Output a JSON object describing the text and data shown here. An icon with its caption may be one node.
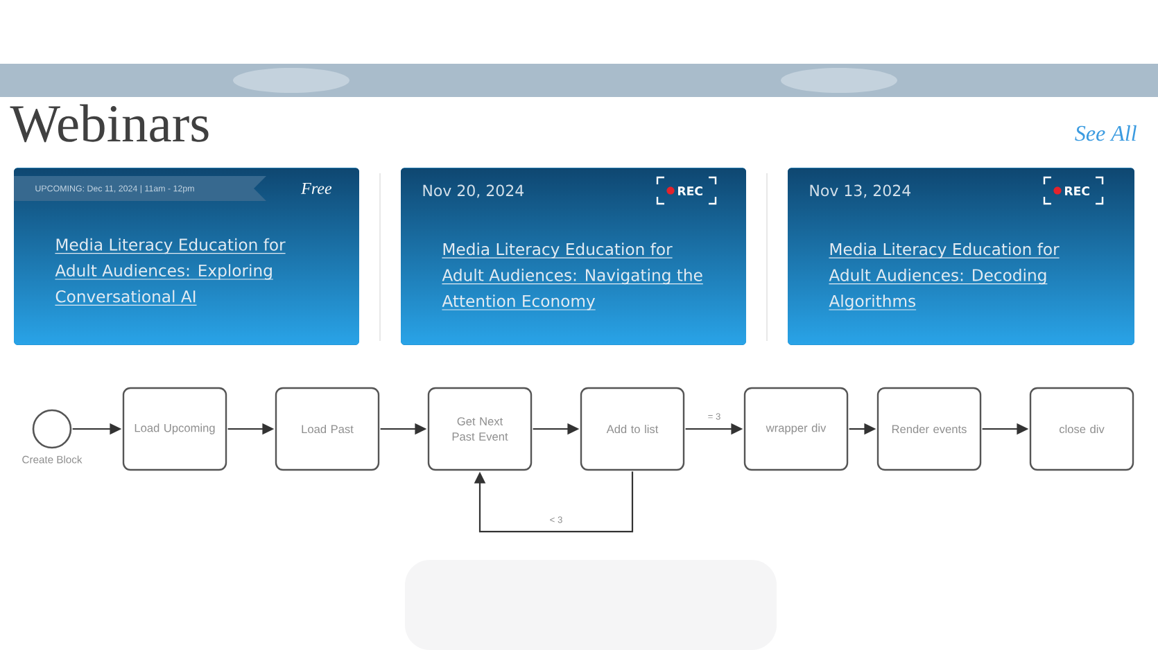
{
  "diagram": {
    "title": "Webinars",
    "nodes": [
      {
        "text": [
          "UPCOMING: Dec 11, 2024 | 11am - 12pm",
          "Free",
          "Media Literacy Education for Adult Audiences: Exploring Conversational AI"
        ]
      },
      {
        "text": [
          "Nov 20, 2024",
          "REC",
          "Media Literacy Education for Adult Audiences: Navigating the Attention Economy"
        ]
      },
      {
        "text": [
          "Nov 13, 2024",
          "REC",
          "Media Literacy Education for Adult Audiences: Decoding Algorithms"
        ]
      },
      {
        "text": [],
        "shape": "circle",
        "beside": [
          "Create Block"
        ]
      },
      {
        "text": [
          "Load Upcoming"
        ]
      },
      {
        "text": [
          "Load Past"
        ]
      },
      {
        "text": [
          "Get Next Past Event"
        ]
      },
      {
        "text": [
          "Add to list"
        ]
      },
      {
        "text": [
          "wrapper div"
        ]
      },
      {
        "text": [
          "Render events"
        ]
      },
      {
        "text": [
          "close div"
        ]
      }
    ],
    "edges": [
      {
        "from": 3,
        "to": 4,
        "arrow": "to"
      },
      {
        "from": 4,
        "to": 5,
        "arrow": "to"
      },
      {
        "from": 5,
        "to": 6,
        "arrow": "to"
      },
      {
        "from": 6,
        "to": 7,
        "arrow": "to"
      },
      {
        "from": 7,
        "to": 8,
        "arrow": "to",
        "label": "= 3"
      },
      {
        "from": 7,
        "to": 6,
        "arrow": "to",
        "label": "< 3"
      },
      {
        "from": 8,
        "to": 9,
        "arrow": "to"
      },
      {
        "from": 9,
        "to": 10,
        "arrow": "to"
      }
    ],
    "labels": [
      "See All"
    ]
  }
}
